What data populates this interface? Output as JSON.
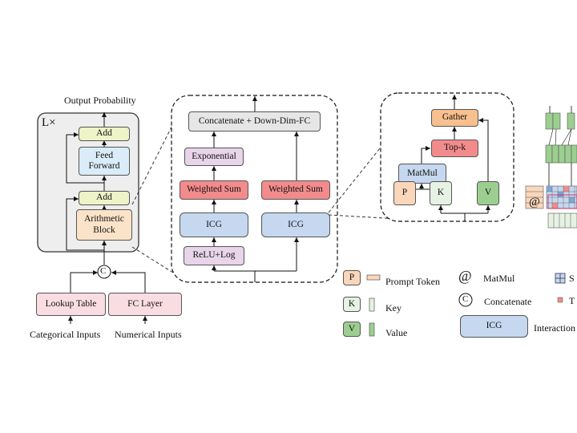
{
  "stack": {
    "repeat_label": "L×",
    "output_label": "Output Probability",
    "add_top": "Add",
    "feed_forward": "Feed Forward",
    "add_bottom": "Add",
    "arithmetic_block": "Arithmetic Block",
    "concat_symbol": "C",
    "lookup_table": "Lookup Table",
    "fc_layer": "FC Layer",
    "categorical_inputs": "Categorical Inputs",
    "numerical_inputs": "Numerical Inputs"
  },
  "arith": {
    "concat_fc": "Concatenate + Down-Dim-FC",
    "exponential": "Exponential",
    "weighted_sum_left": "Weighted Sum",
    "weighted_sum_right": "Weighted Sum",
    "icg_left": "ICG",
    "icg_right": "ICG",
    "relu_log": "ReLU+Log"
  },
  "icg": {
    "gather": "Gather",
    "topk": "Top-k",
    "matmul": "MatMul",
    "p": "P",
    "k": "K",
    "v": "V"
  },
  "legend": {
    "p_letter": "P",
    "prompt_token": "Prompt Token",
    "k_letter": "K",
    "key": "Key",
    "v_letter": "V",
    "value": "Value",
    "matmul_symbol": "@",
    "matmul": "MatMul",
    "concat_symbol": "C",
    "concatenate": "Concatenate",
    "icg": "ICG",
    "interaction": "Interaction",
    "s_partial": "S",
    "t_partial": "T"
  },
  "right_partial": {
    "matmul_symbol": "@"
  },
  "colors": {
    "add": "#eef3c8",
    "feed_forward": "#d9ecf7",
    "arithmetic": "#fae3c8",
    "input": "#f9dde3",
    "weighted_sum": "#f28b8b",
    "exponential": "#e8d5ea",
    "icg": "#c5d8ef",
    "concat_fc": "#e6e6e6",
    "gather": "#f8c08e",
    "topk": "#f28b8b",
    "matmul": "#c5d8ef",
    "p": "#fad6bb",
    "k": "#e6f2e4",
    "v": "#9ccf8f",
    "stack_bg": "#eeeeee"
  }
}
